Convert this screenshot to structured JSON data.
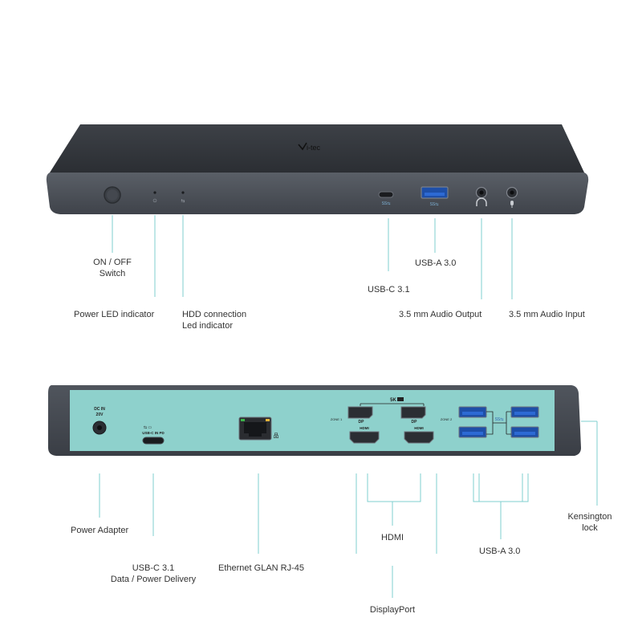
{
  "brand": "i-tec",
  "front": {
    "labels": {
      "power_switch": [
        "ON / OFF",
        "Switch"
      ],
      "power_led": "Power LED indicator",
      "hdd_led": [
        "HDD connection",
        "Led indicator"
      ],
      "usbc": "USB-C 3.1",
      "usba": "USB-A 3.0",
      "audio_out": "3.5 mm Audio Output",
      "audio_in": "3.5 mm Audio Input"
    }
  },
  "back": {
    "port_marks": {
      "dc_in": [
        "DC IN",
        "20V"
      ],
      "usbc_pd": "USB-C IN PD",
      "five_k": "5K",
      "zone1": "ZONE 1",
      "zone2": "ZONE 2",
      "dp": "DP",
      "hdmi": "HDMI"
    },
    "labels": {
      "power_adapter": "Power Adapter",
      "usbc_pd": [
        "USB-C 3.1",
        "Data / Power Delivery"
      ],
      "ethernet": "Ethernet GLAN RJ-45",
      "hdmi": "HDMI",
      "displayport": "DisplayPort",
      "usba": "USB-A 3.0",
      "kensington": [
        "Kensington",
        "lock"
      ]
    }
  },
  "colors": {
    "dock_body": "#4a4f57",
    "back_panel": "#8ed1cc",
    "callout_line": "#7fcfcf"
  }
}
